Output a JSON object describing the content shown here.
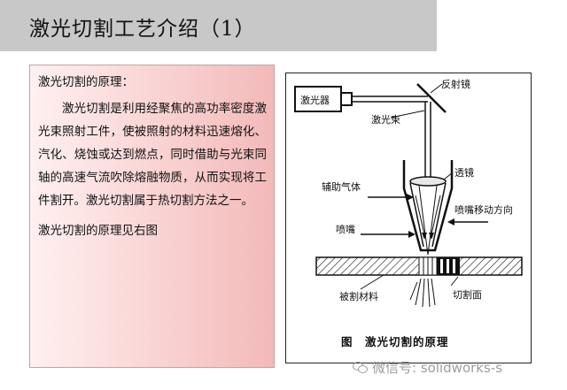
{
  "title": "激光切割工艺介绍（1）",
  "text_panel": {
    "heading": "激光切割的原理：",
    "body": "激光切割是利用经聚焦的高功率密度激光束照射工件，使被照射的材料迅速熔化、汽化、烧蚀或达到燃点，同时借助与光束同轴的高速气流吹除熔融物质，从而实现将工件割开。激光切割属于热切割方法之一。",
    "footer": "激光切割的原理见右图"
  },
  "figure": {
    "labels": {
      "laser": "激光器",
      "mirror": "反射镜",
      "beam": "激光束",
      "lens": "透镜",
      "assist_gas": "辅助气体",
      "nozzle": "喷嘴",
      "nozzle_direction": "喷嘴移动方向",
      "workpiece": "被割材料",
      "kerf": "切割面"
    },
    "caption": "图　激光切割的原理"
  },
  "watermark": "微信号: solidworks-s"
}
